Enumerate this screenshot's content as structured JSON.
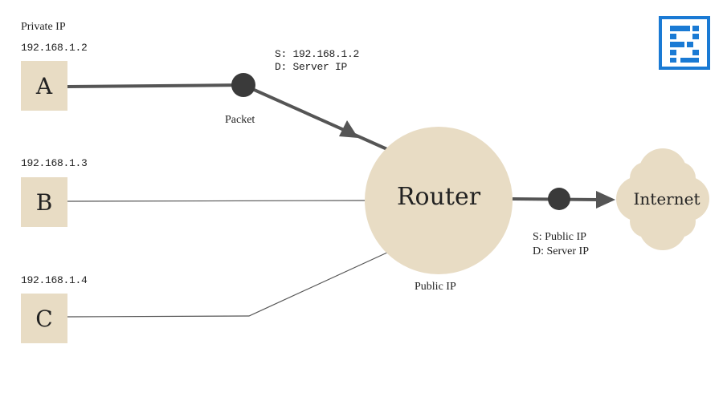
{
  "header": {
    "private_ip_label": "Private IP"
  },
  "hosts": [
    {
      "label": "A",
      "ip": "192.168.1.2"
    },
    {
      "label": "B",
      "ip": "192.168.1.3"
    },
    {
      "label": "C",
      "ip": "192.168.1.4"
    }
  ],
  "packet_label": "Packet",
  "packet_in": {
    "source": "S: 192.168.1.2",
    "dest": "D: Server IP"
  },
  "router": {
    "label": "Router",
    "public_ip_label": "Public IP"
  },
  "packet_out": {
    "source": "S: Public IP",
    "dest": "D: Server IP"
  },
  "internet": {
    "label": "Internet"
  },
  "colors": {
    "node_fill": "#e8dcc4",
    "line": "#555555",
    "packet": "#3a3a3a",
    "logo": "#1a7ad4"
  }
}
